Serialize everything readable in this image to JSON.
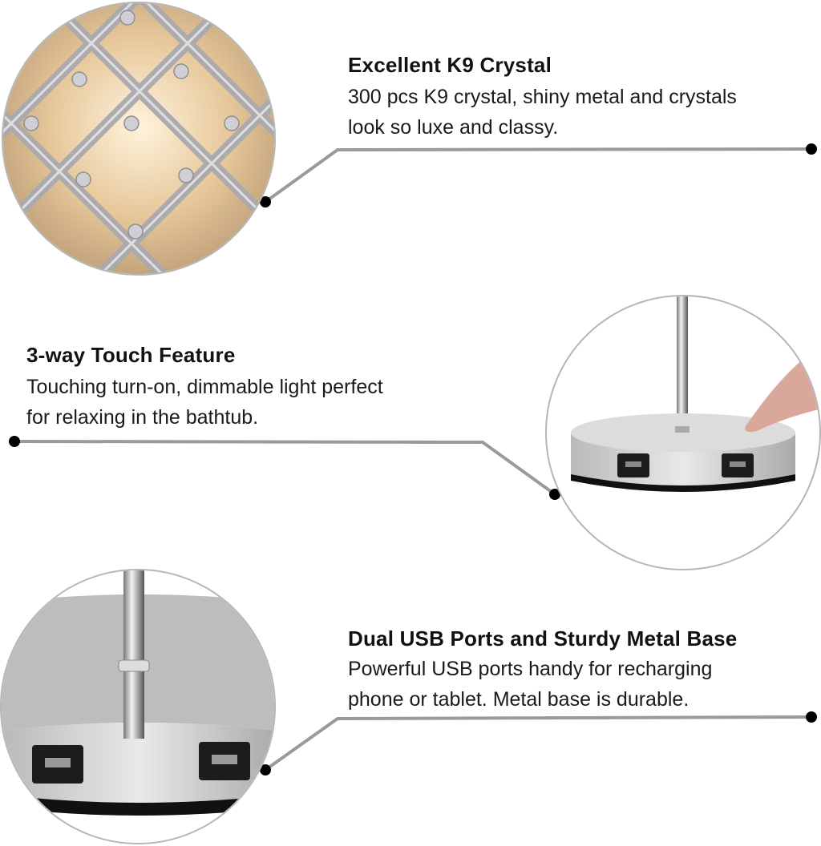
{
  "features": [
    {
      "title": "Excellent K9 Crystal",
      "lines": [
        "300 pcs K9 crystal, shiny metal and crystals",
        "look so luxe and classy."
      ],
      "image": "crystal-lattice-closeup"
    },
    {
      "title": "3-way Touch Feature",
      "lines": [
        "Touching turn-on, dimmable light perfect",
        "for relaxing in the bathtub."
      ],
      "image": "finger-touching-lamp-base"
    },
    {
      "title": "Dual USB Ports and Sturdy Metal Base",
      "lines": [
        "Powerful USB ports handy for recharging",
        "phone or tablet. Metal base is durable."
      ],
      "image": "usb-ports-base-closeup"
    }
  ],
  "colors": {
    "connector_line": "#9a9a9a",
    "dot": "#000000",
    "circle_border": "#b5b5b5",
    "chrome": "#c8c8c8",
    "crystal_gold": "#d9b98a"
  }
}
